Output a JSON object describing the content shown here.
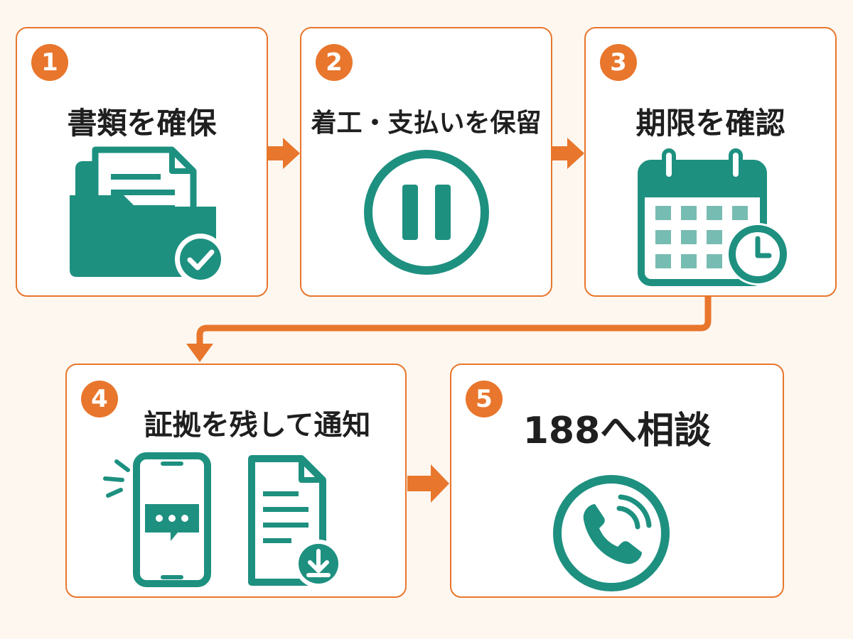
{
  "colors": {
    "accent": "#e8762c",
    "icon": "#1e9080",
    "background": "#fdf7f0"
  },
  "steps": [
    {
      "number": "1",
      "title": "書類を確保",
      "icon": "folder-document-check-icon"
    },
    {
      "number": "2",
      "title": "着工・支払いを保留",
      "icon": "pause-icon"
    },
    {
      "number": "3",
      "title": "期限を確認",
      "icon": "calendar-clock-icon"
    },
    {
      "number": "4",
      "title": "証拠を残して通知",
      "icon": "phone-message-and-document-download-icon"
    },
    {
      "number": "5",
      "title": "188へ相談",
      "icon": "phone-call-icon"
    }
  ]
}
